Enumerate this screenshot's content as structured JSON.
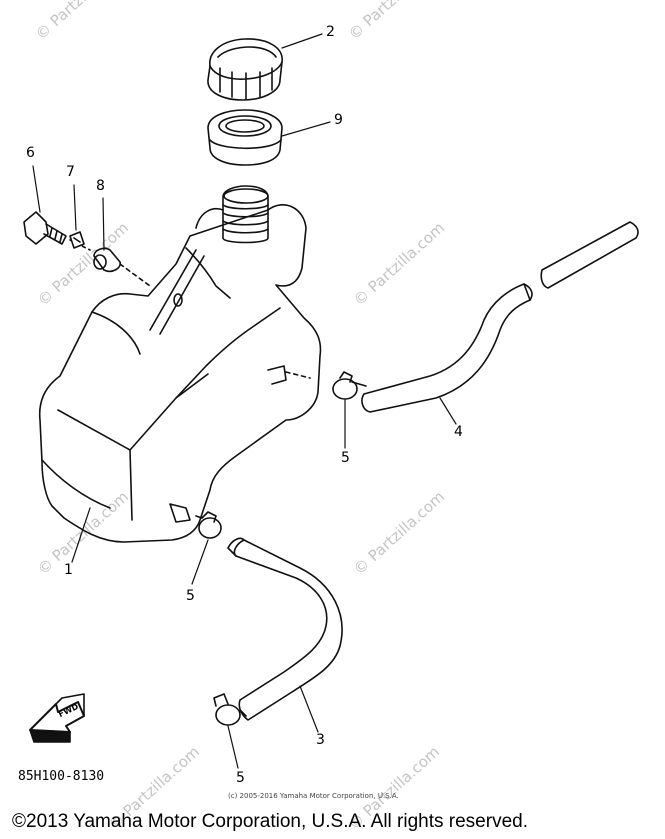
{
  "watermark": "© Partzilla.com",
  "callouts": {
    "cap": "2",
    "cap_gasket": "9",
    "bolt": "6",
    "clip": "7",
    "nut": "8",
    "tank": "1",
    "hose_upper": "4",
    "clamp_upper": "5",
    "clamp_lower": "5",
    "hose_lower": "3",
    "clamp_bottom": "5"
  },
  "fwd_label": "FWD",
  "drawing_code": "85H100-8130",
  "small_copyright": "(c) 2005-2016 Yamaha Motor Corporation, U.S.A.",
  "main_copyright": "©2013 Yamaha Motor Corporation, U.S.A. All rights reserved."
}
